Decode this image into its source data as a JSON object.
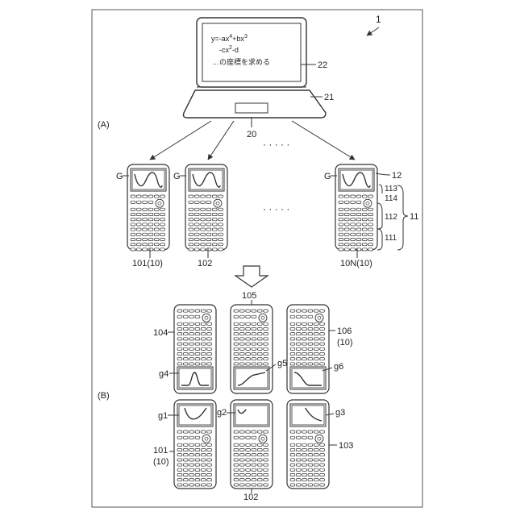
{
  "figure_ref": "1",
  "laptop": {
    "screen_text": {
      "line1": "y=-ax",
      "sup1": "4",
      "line1b": "+bx",
      "sup2": "3",
      "line2": "-cx",
      "sup3": "2",
      "line2b": "-d",
      "line3": "…の座標を求める"
    },
    "label_screen": "22",
    "label_base": "21",
    "label_device": "20"
  },
  "section_a": "(A)",
  "section_b": "(B)",
  "ellipsis": "· · · · ·",
  "graph_marker": "G",
  "calc_labels": {
    "c1": "101(10)",
    "c2": "102",
    "cn": "10N(10)",
    "label_12": "12",
    "label_113": "113",
    "label_114": "114",
    "label_112": "112",
    "label_111": "111",
    "label_11": "11"
  },
  "section_b_labels": {
    "top_mid": "105",
    "top_left": "104",
    "top_right": "106",
    "top_right_sub": "(10)",
    "g4": "g4",
    "g5": "g5",
    "g6": "g6",
    "g1": "g1",
    "g2": "g2",
    "g3": "g3",
    "bot_left": "101",
    "bot_left_sub": "(10)",
    "bot_right": "103",
    "bot_mid": "102"
  }
}
